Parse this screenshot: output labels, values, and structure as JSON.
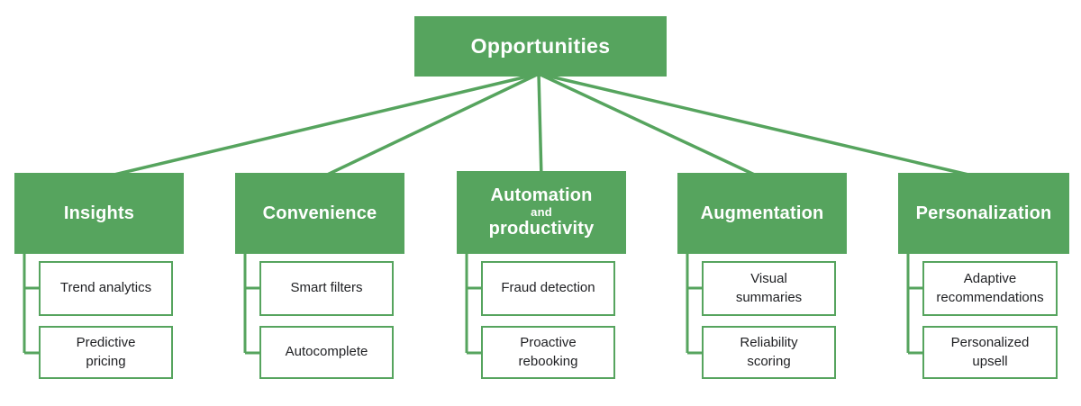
{
  "colors": {
    "green": "#56a45e",
    "text_dark": "#202124"
  },
  "root": {
    "label": "Opportunities"
  },
  "columns": [
    {
      "label": "Insights",
      "items": [
        "Trend analytics",
        "Predictive\npricing"
      ]
    },
    {
      "label": "Convenience",
      "items": [
        "Smart filters",
        "Autocomplete"
      ]
    },
    {
      "label_top": "Automation",
      "label_mid": "and",
      "label_bottom": "productivity",
      "items": [
        "Fraud detection",
        "Proactive\nrebooking"
      ]
    },
    {
      "label": "Augmentation",
      "items": [
        "Visual\nsummaries",
        "Reliability\nscoring"
      ]
    },
    {
      "label": "Personalization",
      "items": [
        "Adaptive\nrecommendations",
        "Personalized\nupsell"
      ]
    }
  ]
}
